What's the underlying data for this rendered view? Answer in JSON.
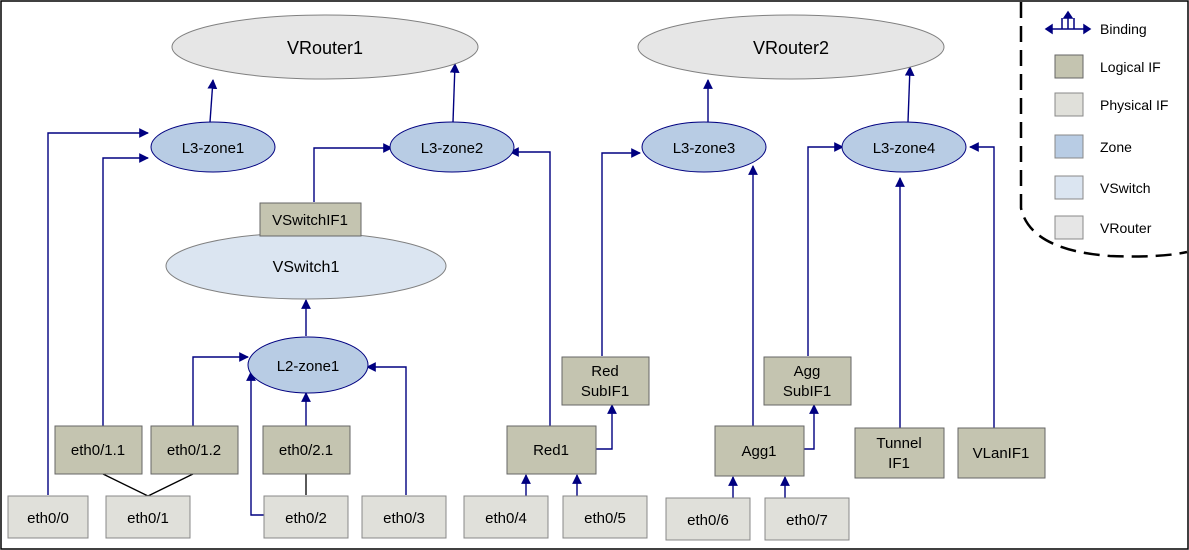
{
  "routers": {
    "vrouter1": "VRouter1",
    "vrouter2": "VRouter2"
  },
  "switch": {
    "vswitch1": "VSwitch1",
    "vswitchif1": "VSwitchIF1"
  },
  "zones": {
    "l3_zone1": "L3-zone1",
    "l3_zone2": "L3-zone2",
    "l3_zone3": "L3-zone3",
    "l3_zone4": "L3-zone4",
    "l2_zone1": "L2-zone1"
  },
  "logical_ifs": {
    "eth0_1_1": "eth0/1.1",
    "eth0_1_2": "eth0/1.2",
    "eth0_2_1": "eth0/2.1",
    "red1": "Red1",
    "red_subif1_line1": "Red",
    "red_subif1_line2": "SubIF1",
    "agg1": "Agg1",
    "agg_subif1_line1": "Agg",
    "agg_subif1_line2": "SubIF1",
    "tunnel_if1_line1": "Tunnel",
    "tunnel_if1_line2": "IF1",
    "vlanif1": "VLanIF1"
  },
  "physical_ifs": {
    "eth0_0": "eth0/0",
    "eth0_1": "eth0/1",
    "eth0_2": "eth0/2",
    "eth0_3": "eth0/3",
    "eth0_4": "eth0/4",
    "eth0_5": "eth0/5",
    "eth0_6": "eth0/6",
    "eth0_7": "eth0/7"
  },
  "legend": {
    "binding": "Binding",
    "logical_if": "Logical IF",
    "physical_if": "Physical IF",
    "zone": "Zone",
    "vswitch": "VSwitch",
    "vrouter": "VRouter"
  },
  "colors": {
    "arrow": "#000080",
    "zone_fill": "#b8cce4",
    "vswitch_fill": "#dbe5f1",
    "vrouter_fill": "#e6e6e6",
    "logical_fill": "#c4c4b0",
    "physical_fill": "#e0e0da"
  }
}
